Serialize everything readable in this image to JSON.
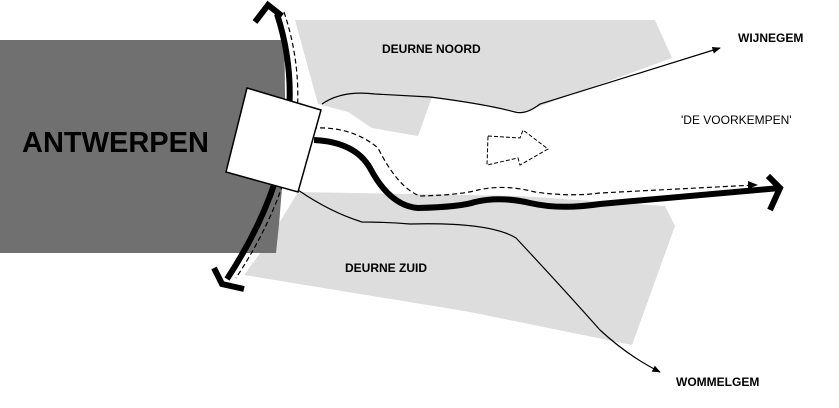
{
  "labels": {
    "city": "ANTWERPEN",
    "north_district": "DEURNE NOORD",
    "south_district": "DEURNE ZUID",
    "northeast_town": "WIJNEGEM",
    "southeast_town": "WOMMELGEM",
    "region": "'DE VOORKEMPEN'"
  },
  "colors": {
    "city_fill": "#707070",
    "district_fill": "#dddddd",
    "lines": "#000000",
    "node_fill": "#ffffff"
  }
}
